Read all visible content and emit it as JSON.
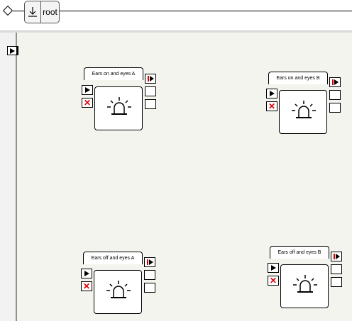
{
  "breadcrumb": {
    "label": "root",
    "icon": "download-arrow-icon"
  },
  "behaviors": [
    {
      "id": "a1",
      "title": "Ears on and eyes A"
    },
    {
      "id": "b1",
      "title": "Ears on and eyes B"
    },
    {
      "id": "a2",
      "title": "Ears off and eyes A"
    },
    {
      "id": "b2",
      "title": "Ears off and eyes B"
    }
  ],
  "colors": {
    "canvas": "#f4f4ee",
    "error": "#e00000",
    "signal": "#d00000"
  }
}
